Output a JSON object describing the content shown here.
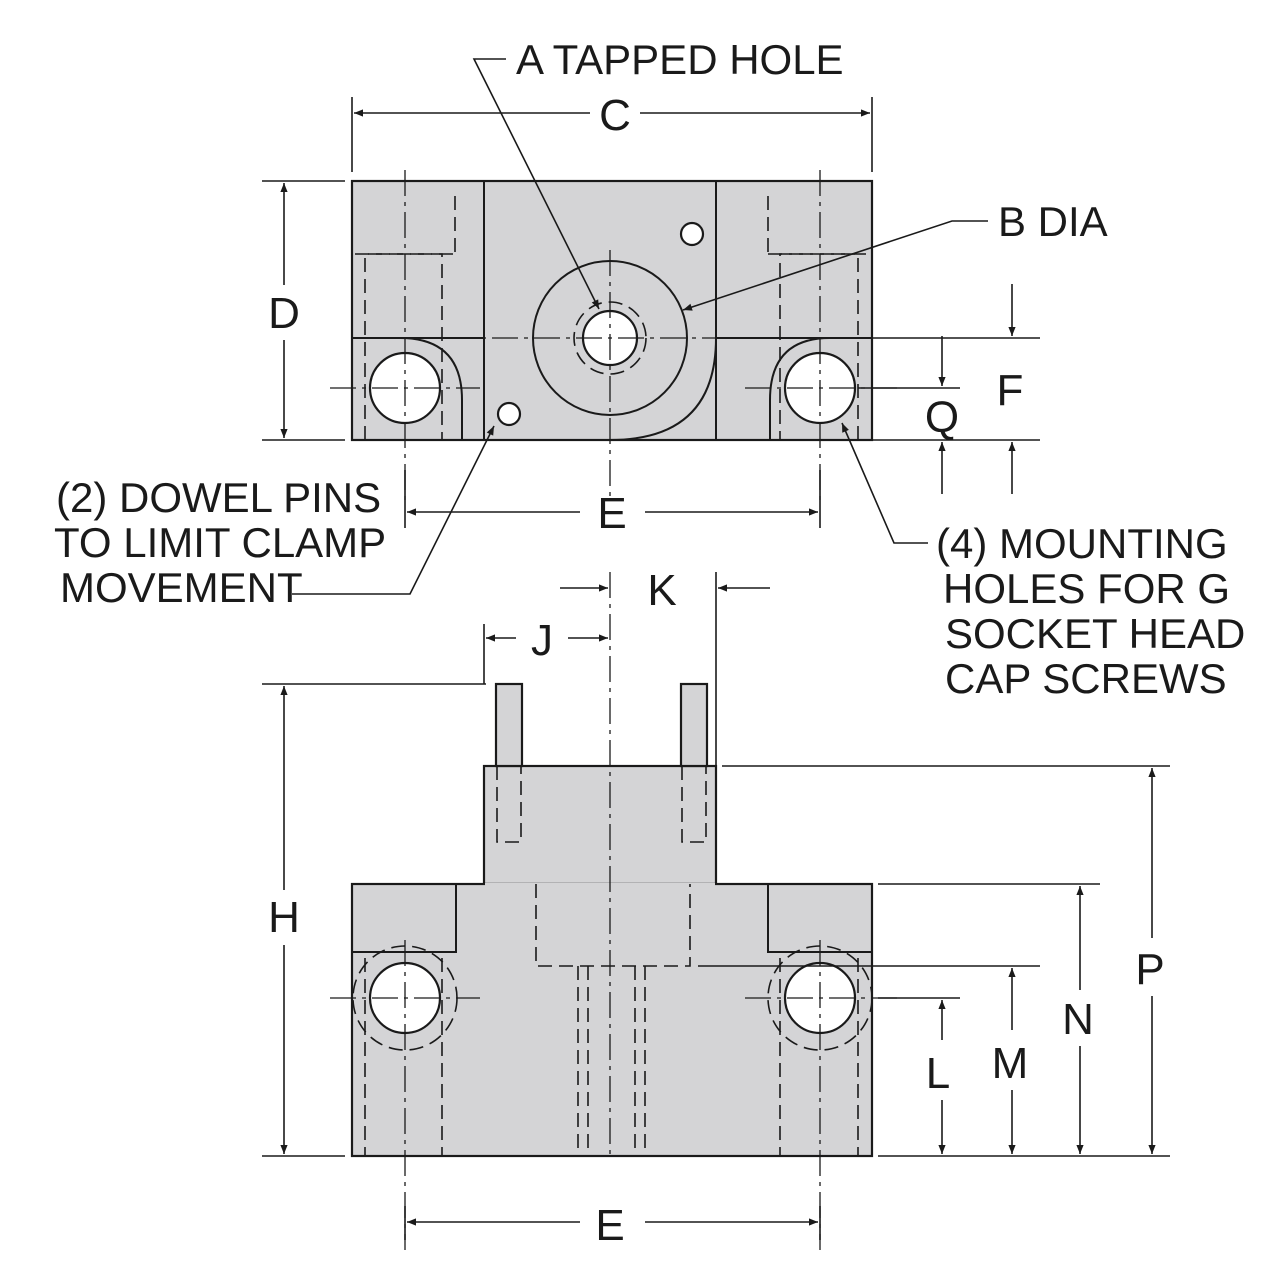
{
  "callouts": {
    "tapped_hole": "A TAPPED HOLE",
    "bore": "B DIA",
    "dowel_pins": [
      "(2) DOWEL PINS",
      "TO LIMIT CLAMP",
      "MOVEMENT"
    ],
    "mounting_holes": [
      "(4) MOUNTING",
      "HOLES FOR G",
      "SOCKET HEAD",
      "CAP SCREWS"
    ]
  },
  "dimensions": {
    "top_view": {
      "width": "C",
      "height": "D",
      "hole_spacing": "E",
      "bore_height": "F",
      "hole_height": "Q"
    },
    "front_view": {
      "height": "H",
      "pin_offset_j": "J",
      "pin_offset_k": "K",
      "hole_spacing": "E",
      "l": "L",
      "m": "M",
      "n": "N",
      "p": "P"
    }
  },
  "colors": {
    "part_fill": "#d4d4d6",
    "line": "#1a1a1a",
    "hole_fill": "#ffffff"
  }
}
